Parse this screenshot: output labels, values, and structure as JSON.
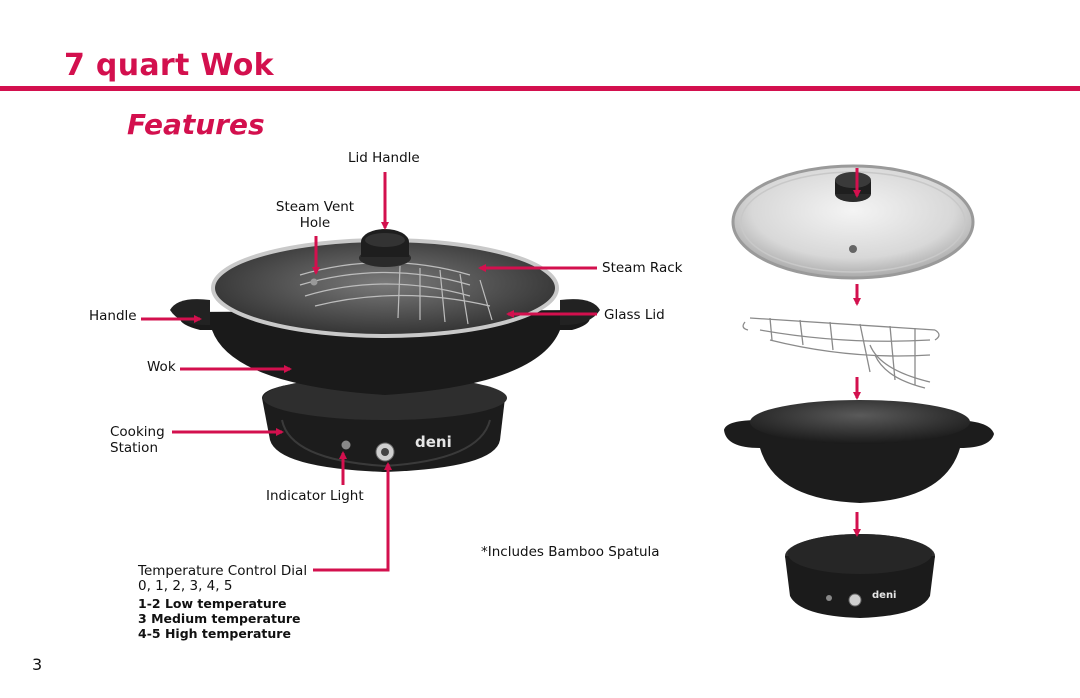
{
  "header": {
    "title": "7 quart Wok",
    "subtitle": "Features"
  },
  "labels": {
    "lid_handle": "Lid Handle",
    "steam_vent_line1": "Steam Vent",
    "steam_vent_line2": "Hole",
    "steam_rack": "Steam Rack",
    "handle": "Handle",
    "glass_lid": "Glass Lid",
    "wok": "Wok",
    "cooking_line1": "Cooking",
    "cooking_line2": "Station",
    "indicator_light": "Indicator Light",
    "temp_dial": "Temperature Control Dial",
    "dial_settings": "0, 1, 2, 3, 4, 5"
  },
  "temperatures": [
    {
      "range": "1-2",
      "desc": "Low temperature"
    },
    {
      "range": "3",
      "desc": "Medium temperature"
    },
    {
      "range": "4-5",
      "desc": "High temperature"
    }
  ],
  "note": "*Includes Bamboo Spatula",
  "brand": "deni",
  "page_number": "3",
  "colors": {
    "accent": "#d3104e",
    "body_dark": "#1f1f1f"
  }
}
